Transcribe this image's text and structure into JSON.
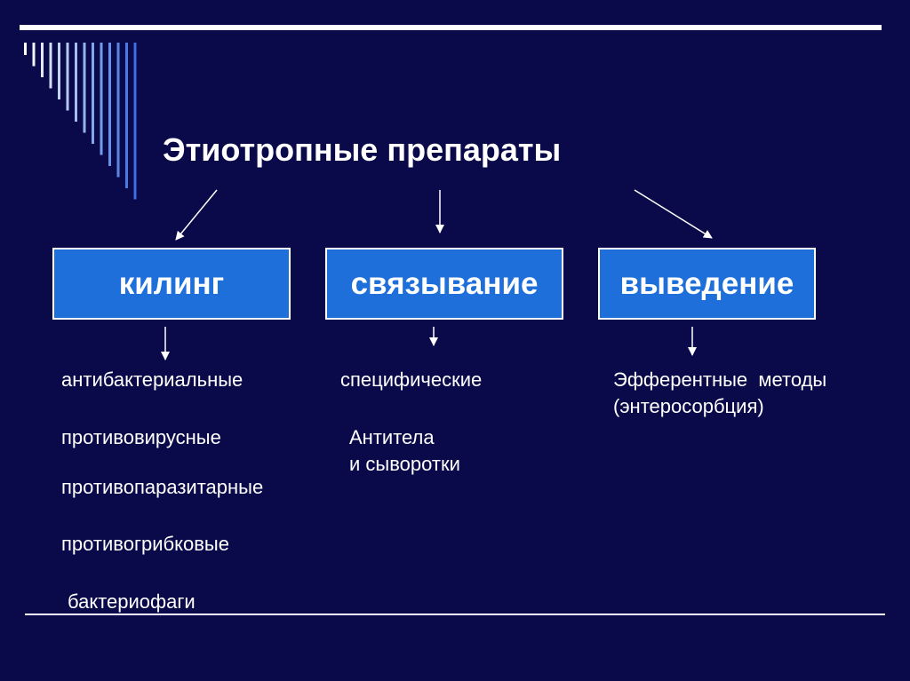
{
  "title": "Этиотропные препараты",
  "colors": {
    "background": "#0a0a4a",
    "box_fill": "#1e6fd9",
    "text": "#ffffff",
    "accent_stripes": "#3b6fe0"
  },
  "boxes": {
    "killing": "килинг",
    "binding": "связывание",
    "removal": "выведение"
  },
  "killing_items": [
    "антибактериальные",
    "противовирусные",
    "противопаразитарные",
    "противогрибковые",
    "бактериофаги"
  ],
  "binding_items": [
    "специфические",
    "Антитела",
    "и сыворотки"
  ],
  "removal_items": [
    "Эфферентные  методы",
    "(энтеросорбция)"
  ]
}
